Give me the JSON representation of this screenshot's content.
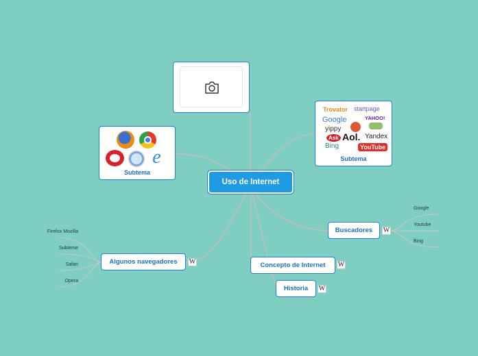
{
  "root": {
    "label": "Uso de Internet"
  },
  "topics": {
    "browsers": {
      "label": "Algunos navegadores"
    },
    "concept": {
      "label": "Concepto de Internet"
    },
    "history": {
      "label": "Historia"
    },
    "search": {
      "label": "Buscadores"
    }
  },
  "image_nodes": {
    "browsers": {
      "caption": "Subtema"
    },
    "search": {
      "caption": "Subtema"
    }
  },
  "placeholder_icon": "camera-icon",
  "wiki_glyph": "W",
  "browser_leaves": [
    "Firefox Mozilla",
    "Subteme",
    "Safari",
    "Opera"
  ],
  "search_leaves": [
    "Google",
    "Youtube",
    "Bing"
  ],
  "search_logos": [
    "Trovator",
    "startpage",
    "Google",
    "YAHOO!",
    "yippy",
    "Aol.",
    "Ask",
    "Yandex",
    "Bing",
    "YouTube"
  ],
  "colors": {
    "background": "#7ecec2",
    "root_fill": "#1f9be6",
    "node_border": "#1f7fd6",
    "node_text": "#1a6fc4",
    "link": "#c6bcbc"
  }
}
